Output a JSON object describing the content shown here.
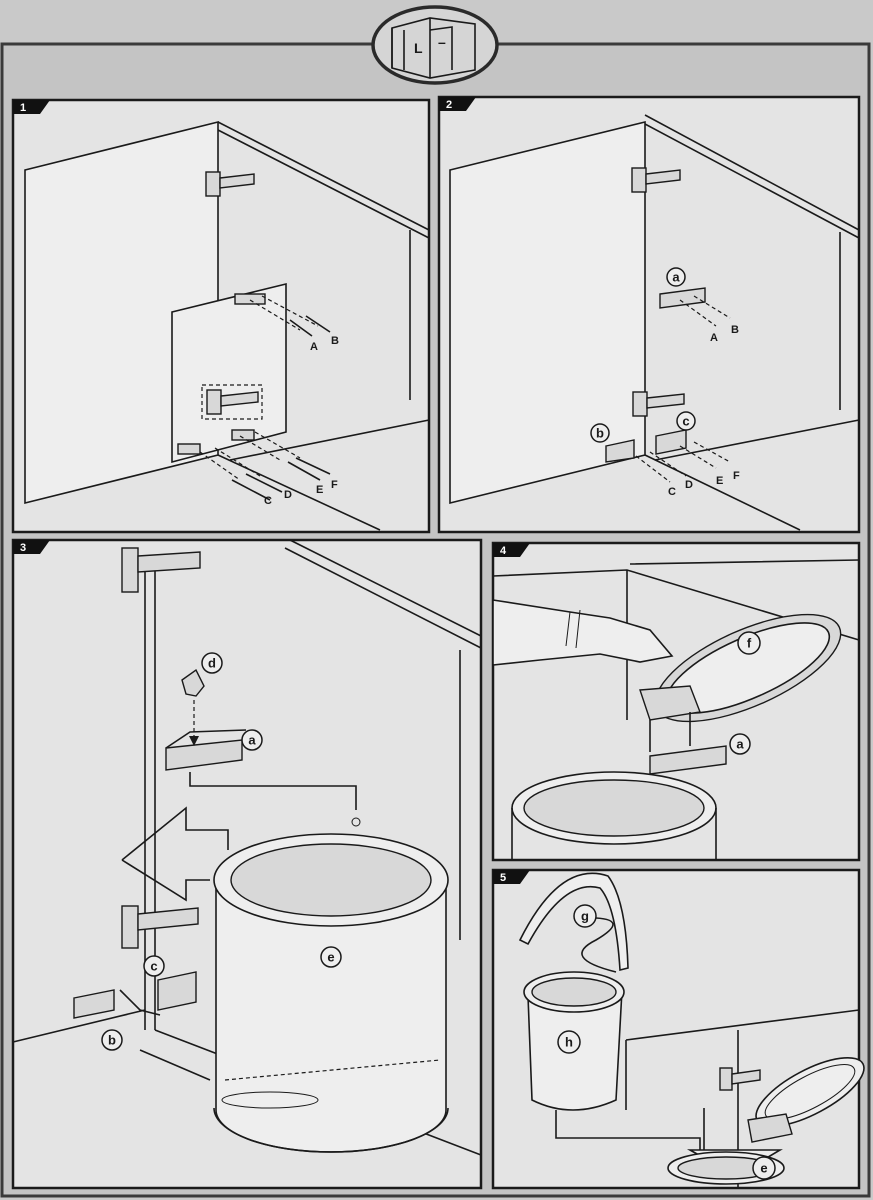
{
  "header": {
    "cabinet_icon": "corner-cabinet-icon",
    "door_mark_left": "L",
    "door_mark_right": "–"
  },
  "steps": [
    {
      "number": "1",
      "labels": [
        "A",
        "B",
        "C",
        "D",
        "E",
        "F"
      ]
    },
    {
      "number": "2",
      "callouts": [
        "a",
        "b",
        "c"
      ],
      "labels": [
        "A",
        "B",
        "C",
        "D",
        "E",
        "F"
      ]
    },
    {
      "number": "3",
      "callouts": [
        "d",
        "a",
        "c",
        "b",
        "e"
      ]
    },
    {
      "number": "4",
      "callouts": [
        "f",
        "a"
      ]
    },
    {
      "number": "5",
      "callouts": [
        "g",
        "h",
        "e"
      ]
    }
  ],
  "colors": {
    "background": "#c9c9c9",
    "panel": "#e4e4e4",
    "line": "#1a1a1a",
    "frame": "#3a3a3a"
  }
}
